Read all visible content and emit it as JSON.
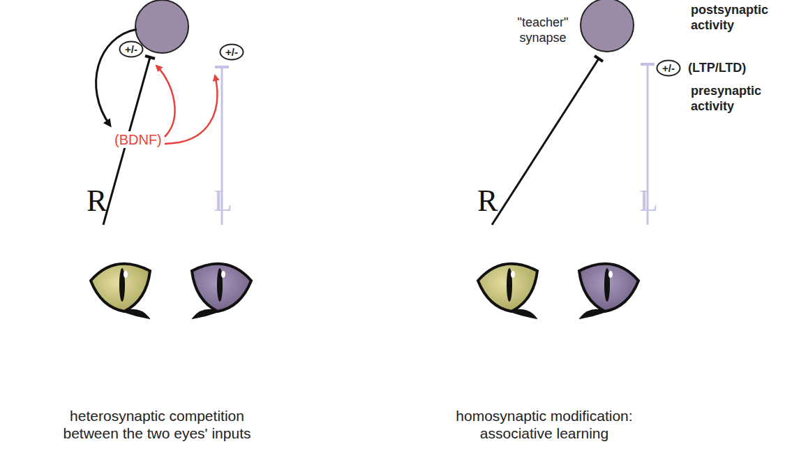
{
  "diagram": {
    "nodes": [
      {
        "text": [
          "+/-"
        ]
      },
      {
        "text": [
          "+/-"
        ]
      },
      {
        "text": [
          "+/-"
        ]
      }
    ],
    "edges": [],
    "labels": [
      "(BDNF)",
      "R",
      "L",
      "heterosynaptic competition between the two eyes' inputs",
      "postsynaptic activity",
      "\"teacher\" synapse",
      "(LTP/LTD)",
      "presynaptic activity",
      "R",
      "L",
      "homosynaptic modification: associative learning"
    ]
  }
}
